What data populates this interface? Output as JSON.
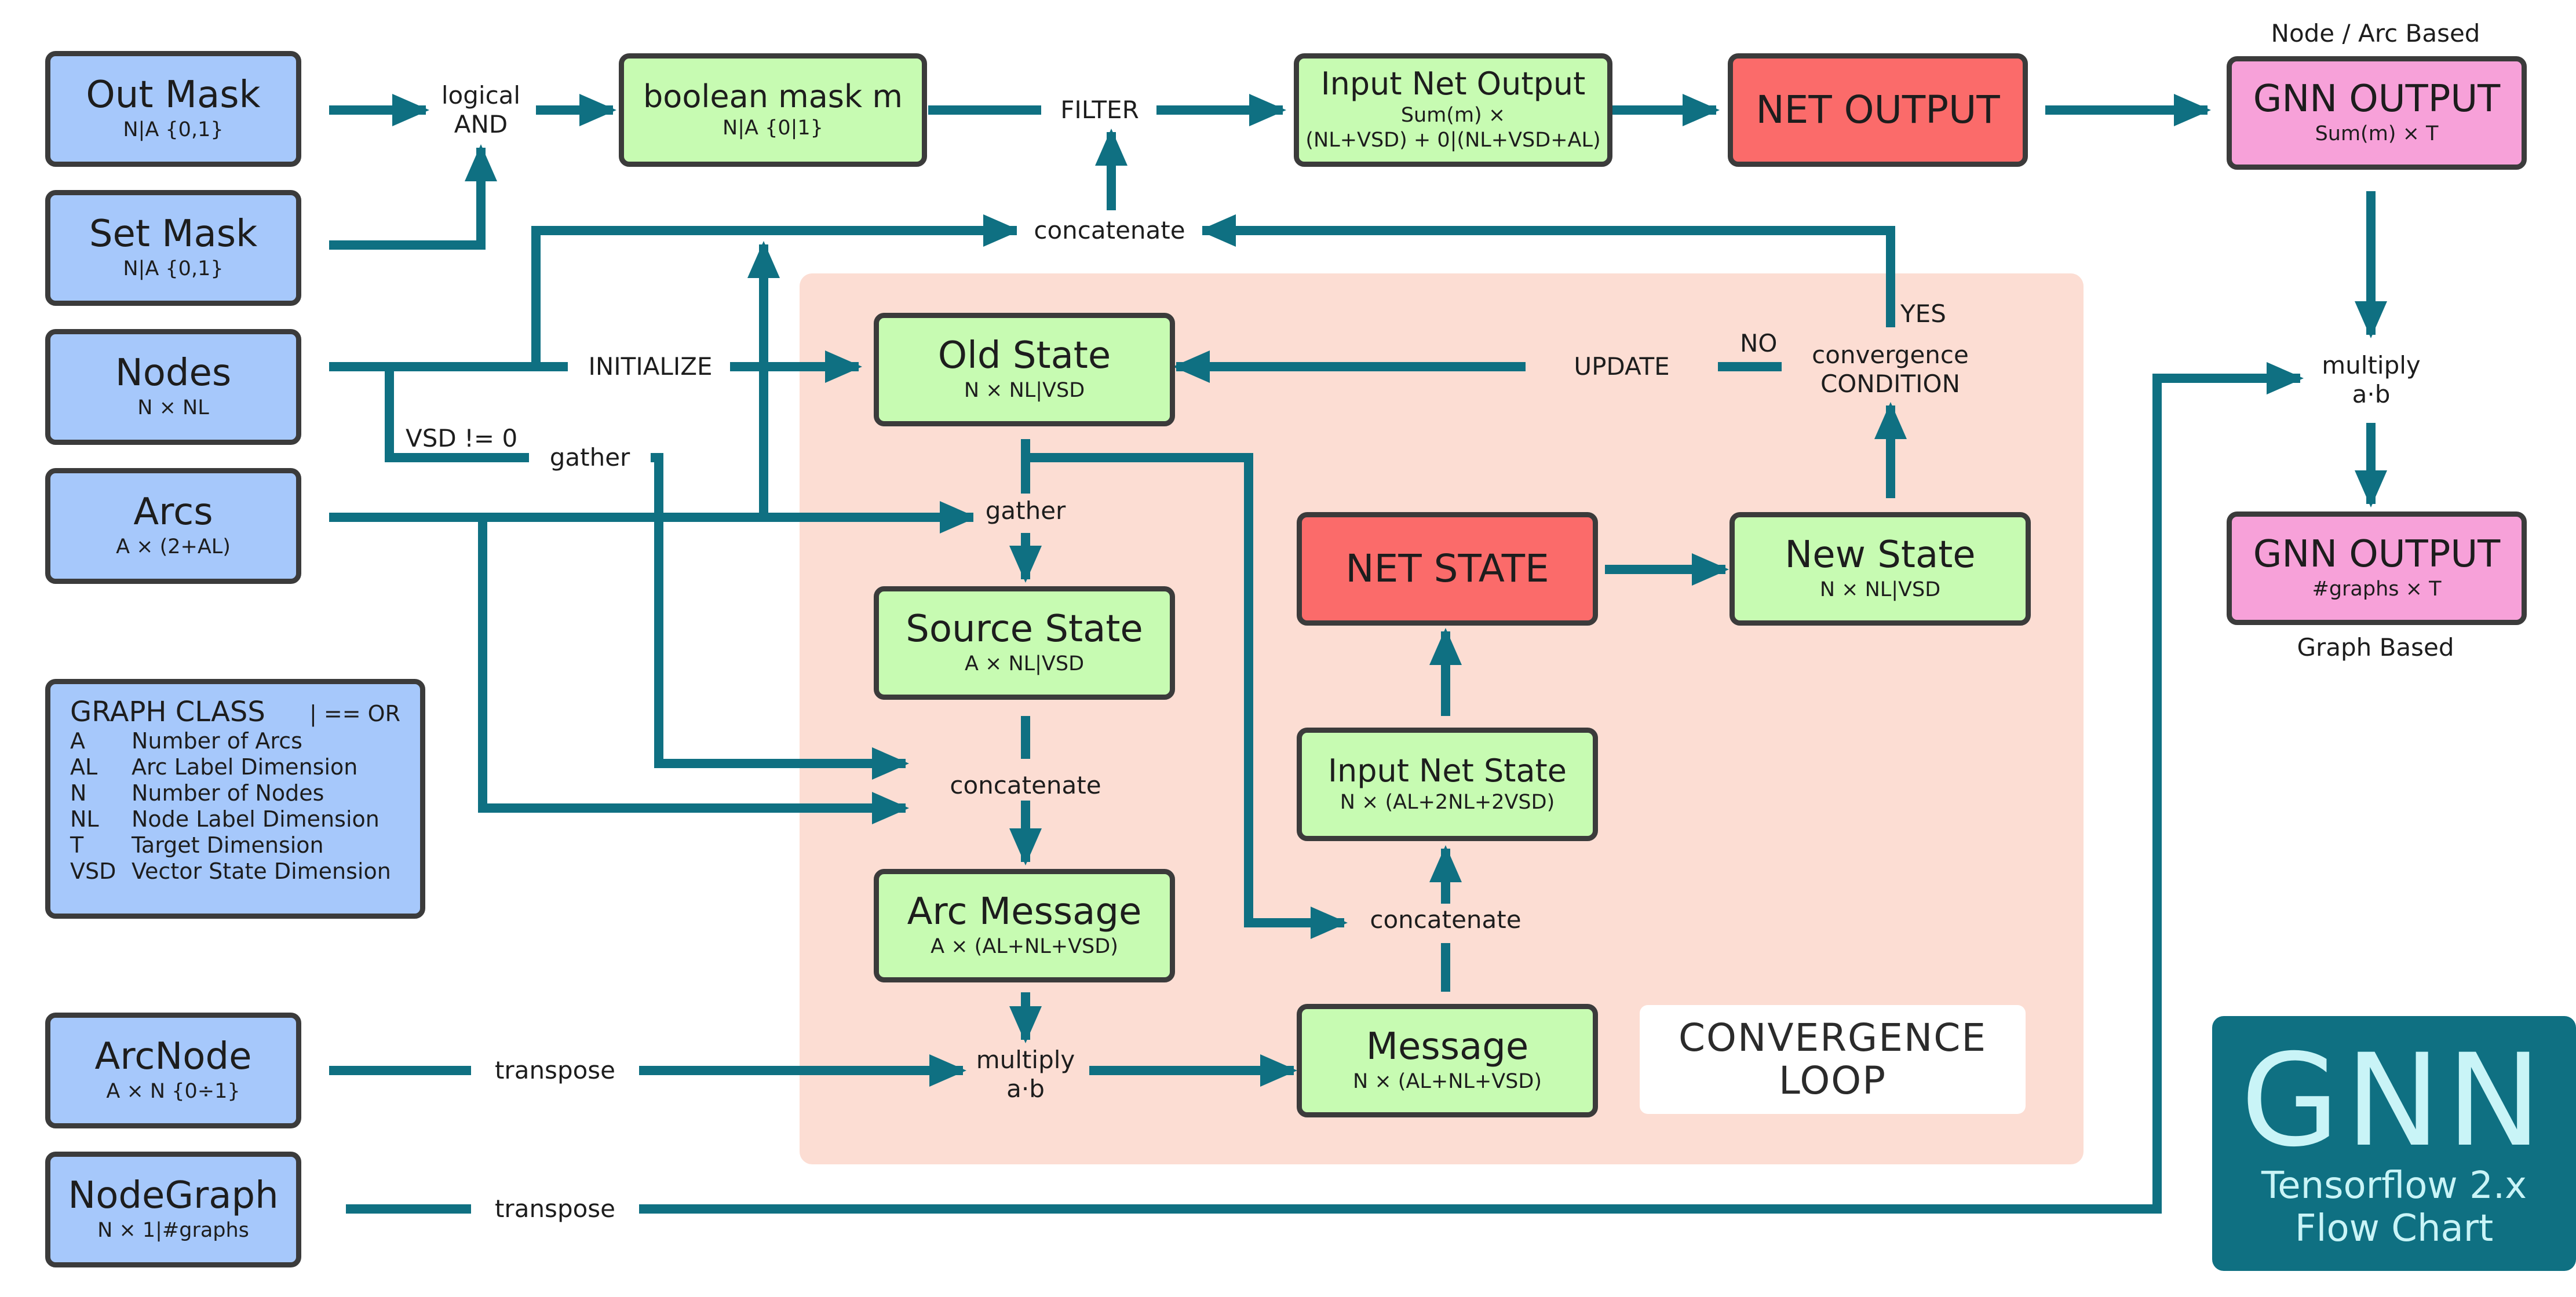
{
  "nodes": {
    "out_mask": {
      "title": "Out Mask",
      "sub": "N|A {0,1}"
    },
    "set_mask": {
      "title": "Set Mask",
      "sub": "N|A {0,1}"
    },
    "nodes": {
      "title": "Nodes",
      "sub": "N × NL"
    },
    "arcs": {
      "title": "Arcs",
      "sub": "A × (2+AL)"
    },
    "arcnode": {
      "title": "ArcNode",
      "sub": "A × N {0÷1}"
    },
    "nodegraph": {
      "title": "NodeGraph",
      "sub": "N × 1|#graphs"
    },
    "boolean_mask": {
      "title": "boolean mask m",
      "sub": "N|A {0|1}"
    },
    "input_net_output": {
      "title": "Input Net Output",
      "sub1": "Sum(m) ×",
      "sub2": "(NL+VSD) + 0|(NL+VSD+AL)"
    },
    "net_output": {
      "title": "NET OUTPUT"
    },
    "gnn_output_node": {
      "title": "GNN OUTPUT",
      "sub": "Sum(m) × T"
    },
    "gnn_output_graph": {
      "title": "GNN OUTPUT",
      "sub": "#graphs × T"
    },
    "old_state": {
      "title": "Old State",
      "sub": "N × NL|VSD"
    },
    "source_state": {
      "title": "Source State",
      "sub": "A × NL|VSD"
    },
    "arc_message": {
      "title": "Arc Message",
      "sub": "A × (AL+NL+VSD)"
    },
    "message": {
      "title": "Message",
      "sub": "N × (AL+NL+VSD)"
    },
    "input_net_state": {
      "title": "Input Net State",
      "sub": "N × (AL+2NL+2VSD)"
    },
    "net_state": {
      "title": "NET STATE"
    },
    "new_state": {
      "title": "New State",
      "sub": "N × NL|VSD"
    }
  },
  "labels": {
    "logical_and": [
      "logical",
      "AND"
    ],
    "filter": "FILTER",
    "concatenate_top": "concatenate",
    "initialize": "INITIALIZE",
    "vsd_neq_0": "VSD != 0",
    "gather_outer": "gather",
    "gather_inner": "gather",
    "concatenate_mid": "concatenate",
    "concatenate_right": "concatenate",
    "multiply_ab_loop": [
      "multiply",
      "a·b"
    ],
    "multiply_ab_right": [
      "multiply",
      "a·b"
    ],
    "transpose_arcnode": "transpose",
    "transpose_nodegraph": "transpose",
    "update": "UPDATE",
    "no": "NO",
    "yes": "YES",
    "convergence_condition": [
      "convergence",
      "CONDITION"
    ],
    "node_arc_based": "Node / Arc Based",
    "graph_based": "Graph Based"
  },
  "convergence_loop": [
    "CONVERGENCE",
    "LOOP"
  ],
  "legend": {
    "title": "GRAPH CLASS",
    "or_note": "| == OR",
    "rows": [
      {
        "key": "A",
        "desc": "Number of Arcs"
      },
      {
        "key": "AL",
        "desc": "Arc Label Dimension"
      },
      {
        "key": "N",
        "desc": "Number of Nodes"
      },
      {
        "key": "NL",
        "desc": "Node Label Dimension"
      },
      {
        "key": "T",
        "desc": "Target Dimension"
      },
      {
        "key": "VSD",
        "desc": "Vector State Dimension"
      }
    ]
  },
  "brand": {
    "logo": "GNN",
    "line1": "Tensorflow 2.x",
    "line2": "Flow Chart"
  },
  "colors": {
    "input_node": "#a6c8fb",
    "state_node": "#c7fbb2",
    "network_node": "#fb6b6a",
    "output_node": "#f7a1d9",
    "connector": "#0f7082",
    "loop_background": "#fcddd3",
    "node_border": "#3b3b3b"
  }
}
